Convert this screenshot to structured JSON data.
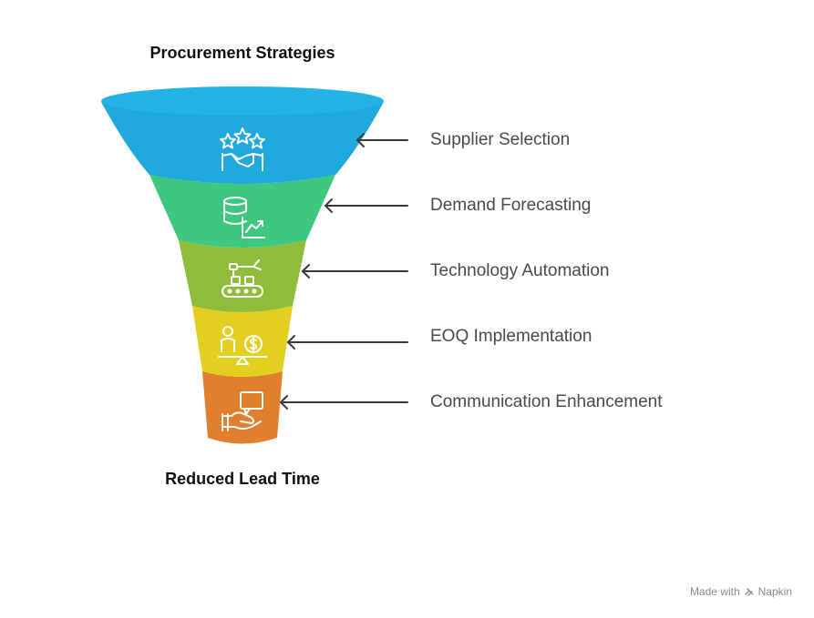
{
  "title_top": "Procurement Strategies",
  "title_bottom": "Reduced Lead Time",
  "stages": [
    {
      "label": "Supplier Selection",
      "color": "#1fa9dc",
      "icon": "stars-handshake-icon"
    },
    {
      "label": "Demand Forecasting",
      "color": "#3ec77f",
      "icon": "database-chart-icon"
    },
    {
      "label": "Technology Automation",
      "color": "#8fbc3a",
      "icon": "robot-conveyor-icon"
    },
    {
      "label": "EOQ Implementation",
      "color": "#e2cf1f",
      "icon": "person-coin-scale-icon"
    },
    {
      "label": "Communication Enhancement",
      "color": "#e07f2e",
      "icon": "hand-chat-icon"
    }
  ],
  "footer": {
    "made_with": "Made with",
    "brand": "Napkin"
  }
}
